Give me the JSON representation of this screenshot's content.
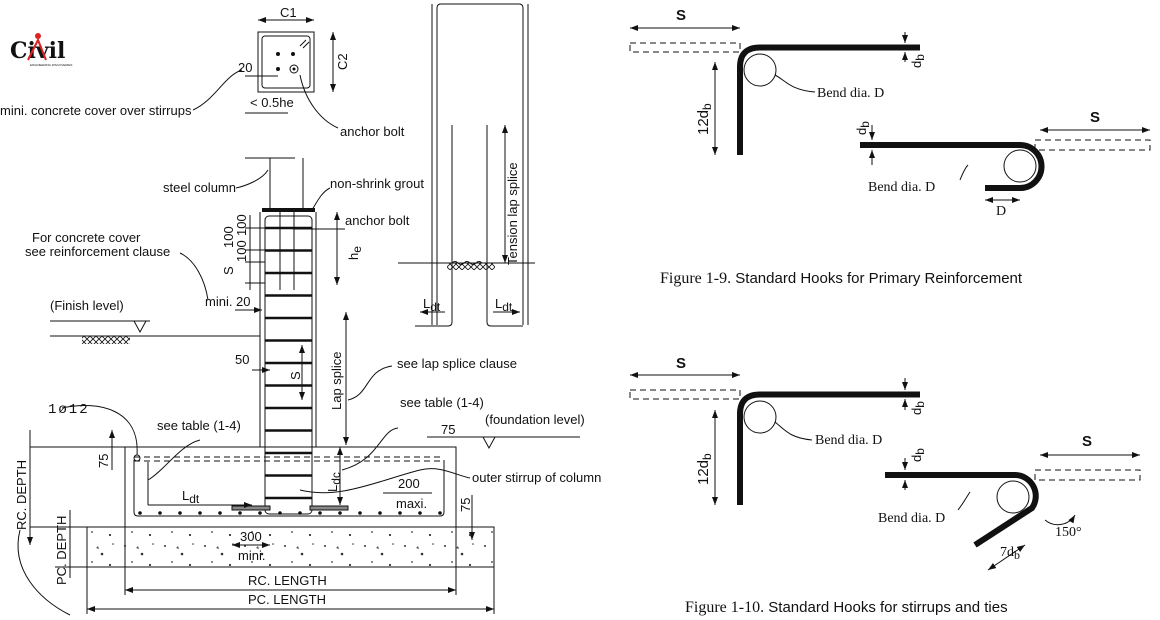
{
  "logo": {
    "text": "Civil",
    "subtext": "ENGINEERING DISCOVERIES"
  },
  "section": {
    "c1": "C1",
    "c2": "C2",
    "cover_dim": "20",
    "edge_dim": "< 0.5he",
    "cover_note": "mini. concrete cover over stirrups",
    "anchor_bolt": "anchor bolt"
  },
  "footing": {
    "steel_column": "steel column",
    "grout": "non-shrink grout",
    "anchor_bolt": "anchor bolt",
    "cover_note_1": "For concrete cover",
    "cover_note_2": "see reinforcement clause",
    "dim_100a": "100",
    "dim_100b": "100",
    "dim_s": "S",
    "he_main": "h",
    "he_sub": "e",
    "mini_20": "mini. 20",
    "finish_level": "(Finish level)",
    "dim_50": "50",
    "dim_s2": "S",
    "lap_splice": "Lap splice",
    "lap_splice_clause": "see lap splice clause",
    "bar_mark": "1ø12",
    "see_table_left": "see table (1-4)",
    "see_table_right": "see table (1-4)",
    "foundation_level": "(foundation level)",
    "dim_75_top": "75",
    "dim_75_left": "75",
    "dim_75_right": "75",
    "ldt_main": "L",
    "ldt_sub": "dt",
    "ldc_main": "L",
    "ldc_sub": "dc",
    "dim_200": "200",
    "maxi": "maxi.",
    "outer_stirrup": "outer stirrup of column",
    "dim_300": "300",
    "mini": "mini.",
    "rc_depth": "RC. DEPTH",
    "pc_depth": "PC. DEPTH",
    "rc_length": "RC. LENGTH",
    "pc_length": "PC. LENGTH"
  },
  "lap": {
    "tension_lap_splice": "Tension lap splice",
    "ldt_main": "L",
    "ldt_sub": "dt"
  },
  "fig9": {
    "s1": "S",
    "db1_main": "d",
    "db1_sub": "b",
    "hook_len_main": "12d",
    "hook_len_sub": "b",
    "bend1": "Bend dia. D",
    "s2": "S",
    "db2_main": "d",
    "db2_sub": "b",
    "bend2": "Bend dia. D",
    "d": "D",
    "caption_num": "Figure 1-9.",
    "caption": "Standard Hooks for Primary Reinforcement"
  },
  "fig10": {
    "s1": "S",
    "db1_main": "d",
    "db1_sub": "b",
    "hook_len_main": "12d",
    "hook_len_sub": "b",
    "bend1": "Bend dia. D",
    "s2": "S",
    "db2_main": "d",
    "db2_sub": "b",
    "bend2": "Bend dia. D",
    "ext_main": "7d",
    "ext_sub": "b",
    "angle": "150°",
    "caption_num": "Figure 1-10.",
    "caption": "Standard Hooks for stirrups and ties"
  }
}
